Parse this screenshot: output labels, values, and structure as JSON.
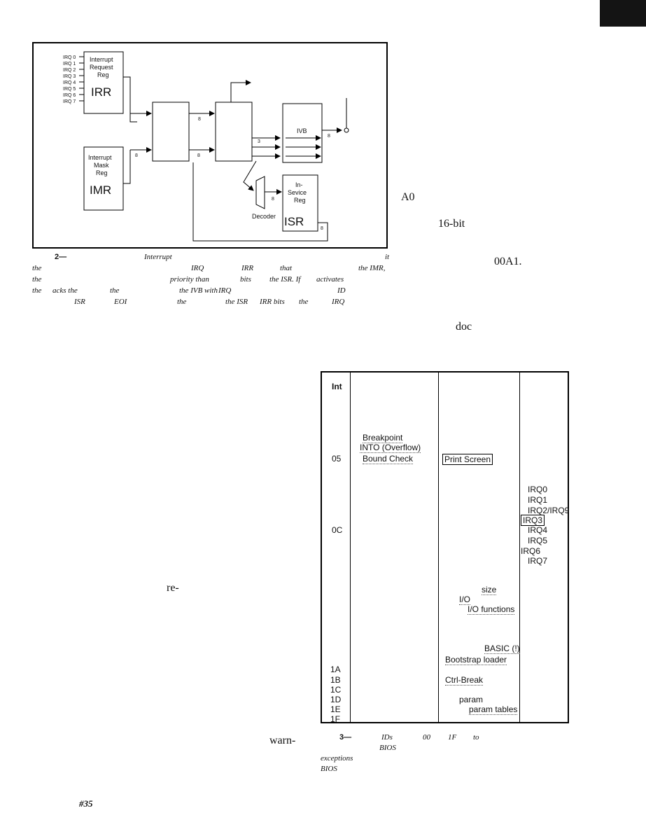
{
  "figure2": {
    "irq_lines": [
      "IRQ 0",
      "IRQ 1",
      "IRQ 2",
      "IRQ 3",
      "IRQ 4",
      "IRQ 5",
      "IRQ 6",
      "IRQ 7"
    ],
    "irr_label": [
      "Interrupt",
      "Request",
      "Reg"
    ],
    "irr_abbr": "IRR",
    "imr_label": [
      "Interrupt",
      "Mask",
      "Reg"
    ],
    "imr_abbr": "IMR",
    "isr_label": [
      "In-",
      "Sevice",
      "Reg"
    ],
    "isr_abbr": "ISR",
    "ivb_label": "IVB",
    "decoder_label": "Decoder",
    "bus_widths": [
      "8",
      "8",
      "8",
      "3",
      "8",
      "8",
      "8"
    ]
  },
  "caption2": {
    "number": "2—",
    "line1_word": "Interrupt",
    "line1_end": "it",
    "line2": [
      "the",
      "IRQ",
      "IRR",
      "that",
      "the IMR,"
    ],
    "line3": [
      "the",
      "priority than",
      "bits",
      "the ISR. If",
      "activates"
    ],
    "line4": [
      "the",
      "acks the",
      "the",
      "the IVB with",
      "IRQ",
      "ID"
    ],
    "line5": [
      "ISR",
      "EOI",
      "the",
      "the ISR",
      "IRR bits",
      "the",
      "IRQ"
    ]
  },
  "body_fragments": {
    "a0": "A0",
    "sixteen_bit": "16-bit",
    "addr": "00A1.",
    "doc": "doc",
    "re": "re-",
    "warn": "warn-"
  },
  "table3": {
    "header": "Int",
    "col1": [
      "Breakpoint",
      "INTO (Overflow)",
      "Bound Check"
    ],
    "col0_ids": [
      "05",
      "0C",
      "1A",
      "1B",
      "1C",
      "1D",
      "1E",
      "1F"
    ],
    "col2": [
      "Print Screen",
      "size",
      "I/O",
      "I/O functions",
      "BASIC (!)",
      "Bootstrap loader",
      "Ctrl-Break",
      "param",
      "param tables"
    ],
    "col3": [
      "IRQ0",
      "IRQ1",
      "IRQ2/IRQ9",
      "IRQ3",
      "IRQ4",
      "IRQ5",
      "IRQ6",
      "IRQ7"
    ]
  },
  "caption3": {
    "number": "3—",
    "line1": [
      "IDs",
      "00",
      "1F",
      "to"
    ],
    "line2": [
      "BIOS"
    ],
    "line3": [
      "exceptions"
    ],
    "line4": [
      "BIOS"
    ]
  },
  "footer": {
    "page_ref": "#35"
  }
}
